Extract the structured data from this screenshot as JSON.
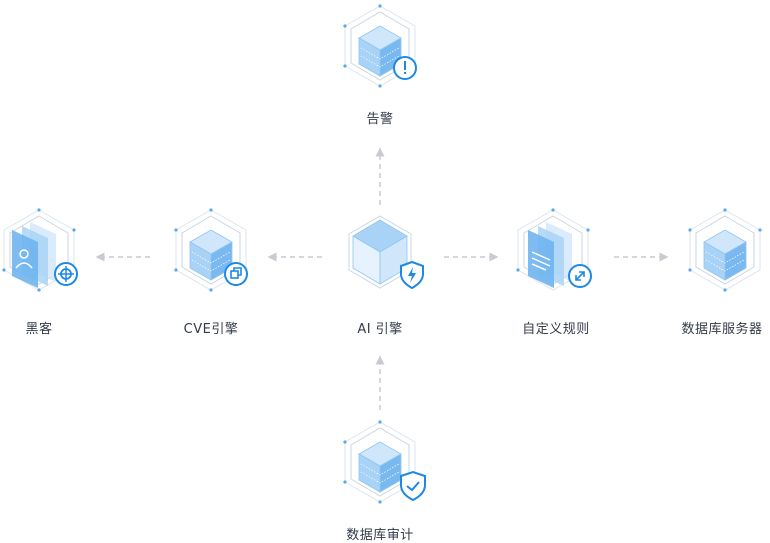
{
  "nodes": {
    "alert": {
      "label": "告警"
    },
    "hacker": {
      "label": "黑客"
    },
    "cve": {
      "label": "CVE引擎"
    },
    "ai": {
      "label": "AI 引擎"
    },
    "rules": {
      "label": "自定义规则"
    },
    "server": {
      "label": "数据库服务器"
    },
    "audit": {
      "label": "数据库审计"
    }
  },
  "colors": {
    "accent": "#1e88e5",
    "cube_light": "#cfe6fb",
    "cube_mid": "#8fc6f3",
    "frame": "#c9d6e3",
    "arrow": "#c8ccd2"
  }
}
